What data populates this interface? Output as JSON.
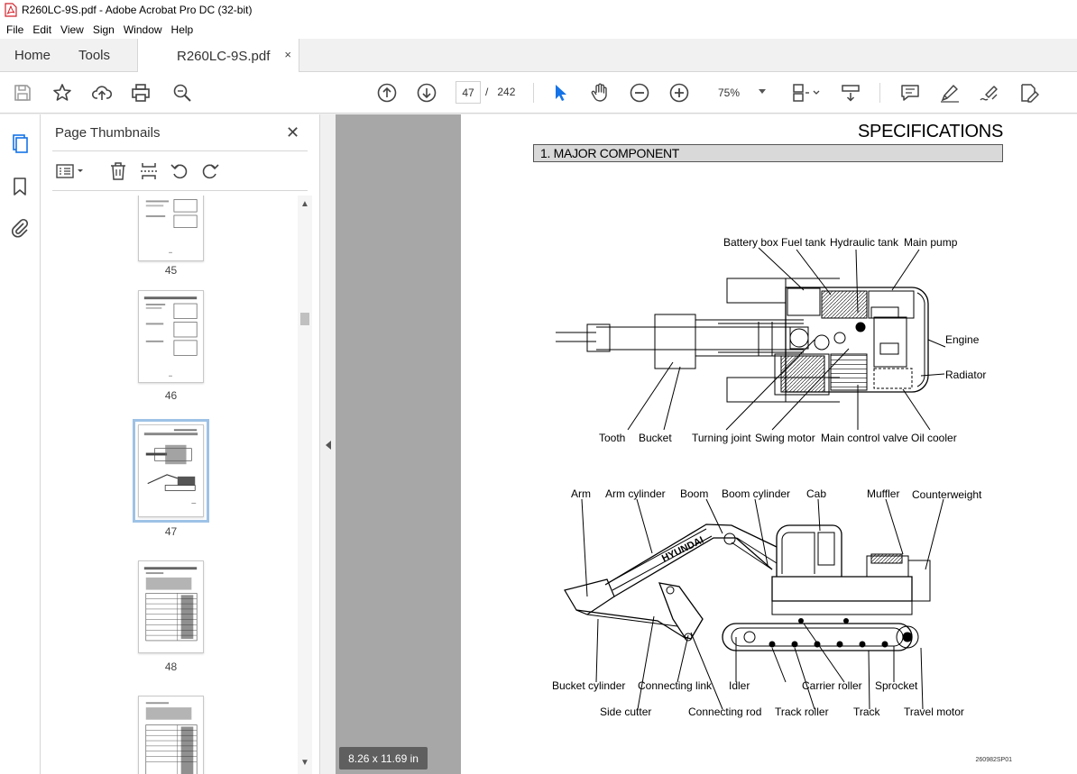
{
  "window": {
    "title": "R260LC-9S.pdf - Adobe Acrobat Pro DC (32-bit)"
  },
  "menu": [
    "File",
    "Edit",
    "View",
    "Sign",
    "Window",
    "Help"
  ],
  "tabs": {
    "home": "Home",
    "tools": "Tools",
    "doc": "R260LC-9S.pdf",
    "close": "×"
  },
  "toolbar": {
    "current_page": "47",
    "page_sep": "/",
    "total_pages": "242",
    "zoom": "75%"
  },
  "panel": {
    "title": "Page Thumbnails",
    "close": "✕",
    "thumbnails": [
      {
        "page": "45",
        "selected": false
      },
      {
        "page": "46",
        "selected": false
      },
      {
        "page": "47",
        "selected": true
      },
      {
        "page": "48",
        "selected": false
      }
    ]
  },
  "document": {
    "header": "SPECIFICATIONS",
    "section": "1. MAJOR COMPONENT",
    "top_labels": {
      "battery_box": "Battery box",
      "fuel_tank": "Fuel tank",
      "hydraulic_tank": "Hydraulic tank",
      "main_pump": "Main pump",
      "engine": "Engine",
      "radiator": "Radiator",
      "tooth": "Tooth",
      "bucket": "Bucket",
      "turning_joint": "Turning joint",
      "swing_motor": "Swing motor",
      "main_control_valve": "Main control valve",
      "oil_cooler": "Oil cooler"
    },
    "side_labels": {
      "arm": "Arm",
      "arm_cylinder": "Arm cylinder",
      "boom": "Boom",
      "boom_cylinder": "Boom cylinder",
      "cab": "Cab",
      "muffler": "Muffler",
      "counterweight": "Counterweight",
      "bucket_cylinder": "Bucket cylinder",
      "connecting_link": "Connecting link",
      "idler": "Idler",
      "carrier_roller": "Carrier roller",
      "sprocket": "Sprocket",
      "side_cutter": "Side cutter",
      "connecting_rod": "Connecting rod",
      "track_roller": "Track roller",
      "track": "Track",
      "travel_motor": "Travel motor"
    },
    "boom_brand": "HYUNDAI",
    "figure_id": "260982SP01"
  },
  "status": {
    "page_size": "8.26 x 11.69 in"
  },
  "colors": {
    "accent": "#1473e6",
    "selected_thumb": "#9ec2e6",
    "doc_bg": "#a7a7a7"
  }
}
